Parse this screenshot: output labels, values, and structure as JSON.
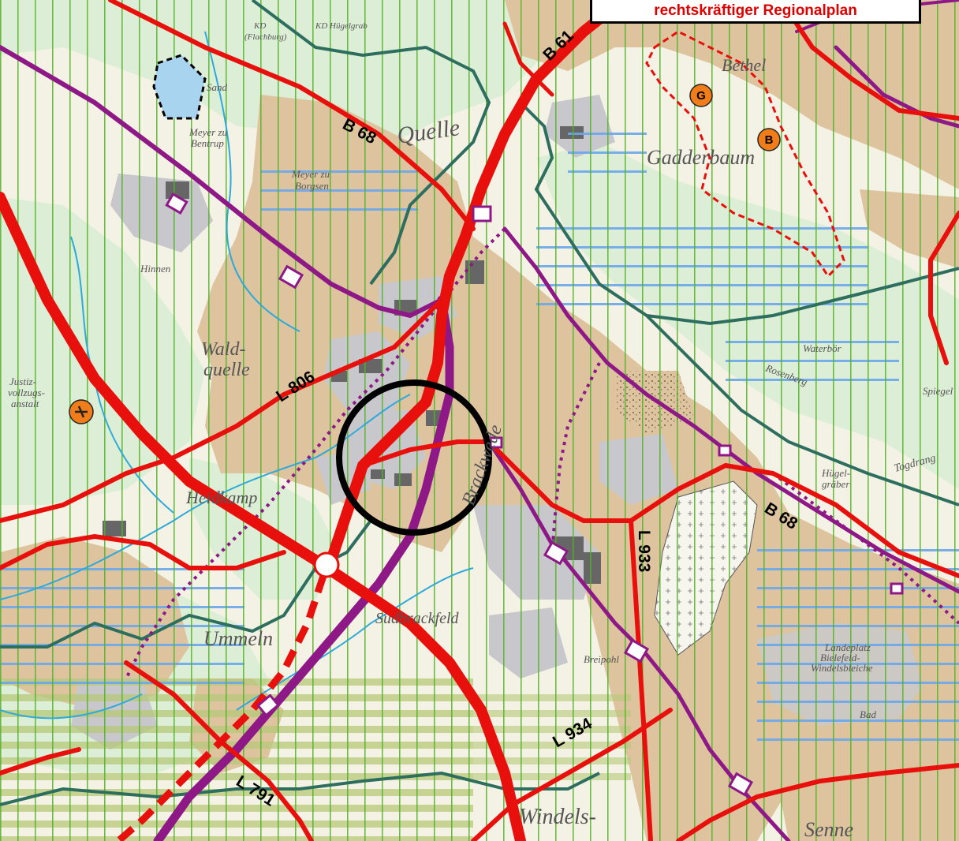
{
  "title": "rechtskräftiger Regionalplan",
  "colors": {
    "settlement": "#ddc49f",
    "forest": "#dcefd6",
    "open_land": "#f4f2e4",
    "commercial": "#c8c8cc",
    "hatch_green": "#55b02a",
    "hatch_blue": "#6aa7ea",
    "road_red": "#e8100c",
    "rail_purple": "#8d1886",
    "river": "#2ea9d8",
    "boundary": "#2e6e5f",
    "accent_orange": "#f07d1a"
  },
  "roads": [
    {
      "label": "B 61",
      "id": "b61"
    },
    {
      "label": "B 68",
      "id": "b68-north"
    },
    {
      "label": "L 806",
      "id": "l806"
    },
    {
      "label": "B 68",
      "id": "b68-east"
    },
    {
      "label": "L 933",
      "id": "l933"
    },
    {
      "label": "L 934",
      "id": "l934"
    },
    {
      "label": "L 791",
      "id": "l791"
    }
  ],
  "places": [
    {
      "label": "Quelle"
    },
    {
      "label": "Wald-"
    },
    {
      "label": "quelle"
    },
    {
      "label": "Heidkamp"
    },
    {
      "label": "Ummeln"
    },
    {
      "label": "Windels-"
    },
    {
      "label": "Senne"
    },
    {
      "label": "Sudbrackfeld"
    },
    {
      "label": "Brackwede"
    },
    {
      "label": "Gadderbaum"
    },
    {
      "label": "Bethel"
    },
    {
      "label": "Hinnen"
    },
    {
      "label": "Meyer zu"
    },
    {
      "label": "Borgsen"
    },
    {
      "label": "Meyer zu"
    },
    {
      "label": "Bentrup"
    },
    {
      "label": "Sand"
    },
    {
      "label": "Justiz-"
    },
    {
      "label": "vollzugs-"
    },
    {
      "label": "anstalt"
    },
    {
      "label": "Landeplatz"
    },
    {
      "label": "Bielefeld-"
    },
    {
      "label": "Windelsbleiche"
    },
    {
      "label": "Breipohl"
    },
    {
      "label": "Hügel-"
    },
    {
      "label": "gräber"
    },
    {
      "label": "Togdrang"
    },
    {
      "label": "Waterbör"
    },
    {
      "label": "Rosenberg"
    },
    {
      "label": "Spiegel"
    },
    {
      "label": "KD"
    },
    {
      "label": "(Flachburg)"
    },
    {
      "label": "KD Hügelgrab"
    },
    {
      "label": "Bad"
    }
  ],
  "symbols": [
    {
      "label": "G"
    },
    {
      "label": "B"
    }
  ]
}
